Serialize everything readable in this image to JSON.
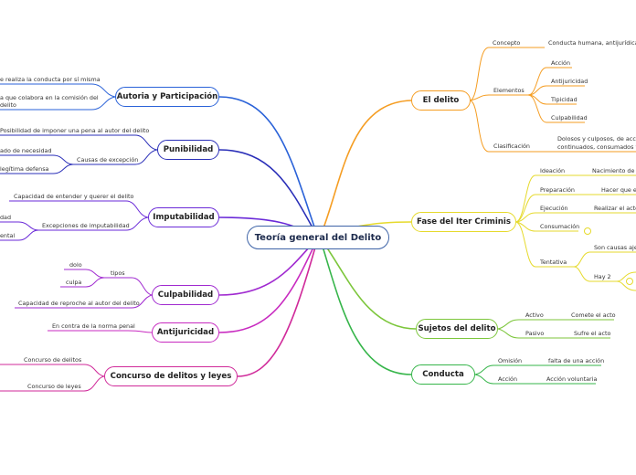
{
  "root": "Teoría general del Delito",
  "branches": {
    "el_delito": {
      "title": "El delito",
      "concepto": "Concepto",
      "concepto_def": "Conducta humana, antijurídica y cu",
      "elementos": "Elementos",
      "accion": "Acción",
      "antijuricidad": "Antijuricidad",
      "tipicidad": "Tipicidad",
      "culpabilidad": "Culpabilidad",
      "clasificacion": "Clasificación",
      "clasificacion_def_1": "Dolosos y culposos, de acción y",
      "clasificacion_def_2": "continuados, consumados y ter"
    },
    "iter": {
      "title": "Fase del Iter Criminis",
      "ideacion": "Ideación",
      "ideacion_def": "Nacimiento de la",
      "preparacion": "Preparación",
      "preparacion_def": "Hacer que el",
      "ejecucion": "Ejecución",
      "ejecucion_def": "Realizar el acto",
      "consumacion": "Consumación",
      "tentativa": "Tentativa",
      "tentativa_def_1": "Son causas ajen",
      "tentativa_def_2": "Hay 2"
    },
    "sujetos": {
      "title": "Sujetos del delito",
      "activo": "Activo",
      "activo_def": "Comete el acto",
      "pasivo": "Pasivo",
      "pasivo_def": "Sufre el acto"
    },
    "conducta": {
      "title": "Conducta",
      "omision": "Omisión",
      "omision_def": "falta de una acción",
      "accion": "Acción",
      "accion_def": "Acción voluntaria"
    },
    "autoria": {
      "title": "Autoria y Participación",
      "line1": "e realiza la conducta por sí misma",
      "line2a": "a que colabora en la comisión del",
      "line2b": "delito"
    },
    "punibilidad": {
      "title": "Punibilidad",
      "line1": "Posibilidad de imponer una pena al autor del delito",
      "causas": "Causas de excepción",
      "causa1": "ado de necesidad",
      "causa2": "legítima defensa"
    },
    "imputabilidad": {
      "title": "Imputabilidad",
      "line1": "Capacidad de entender y querer el delito",
      "excepciones": "Excepciones de imputabilidad",
      "exc1": "dad",
      "exc2": "ental"
    },
    "culpabilidad": {
      "title": "Culpabilidad",
      "tipos": "tipos",
      "dolo": "dolo",
      "culpa": "culpa",
      "line1": "Capacidad de reproche al autor del delito"
    },
    "antijuricidad": {
      "title": "Antijuricidad",
      "line1": "En contra de la norma penal"
    },
    "concurso": {
      "title": "Concurso de delitos y leyes",
      "c1": "Concurso de delitos",
      "c2": "Concurso de leyes"
    }
  },
  "colors": {
    "root": "#3d63a7",
    "el_delito": "#f59d22",
    "iter": "#e6da2c",
    "sujetos": "#7cc63b",
    "conducta": "#36b54a",
    "autoria": "#2a62d8",
    "punibilidad": "#2a2fb8",
    "imputabilidad": "#6a2ad8",
    "culpabilidad": "#a02ad0",
    "antijuricidad": "#c82ac0",
    "concurso": "#d02a9a"
  }
}
